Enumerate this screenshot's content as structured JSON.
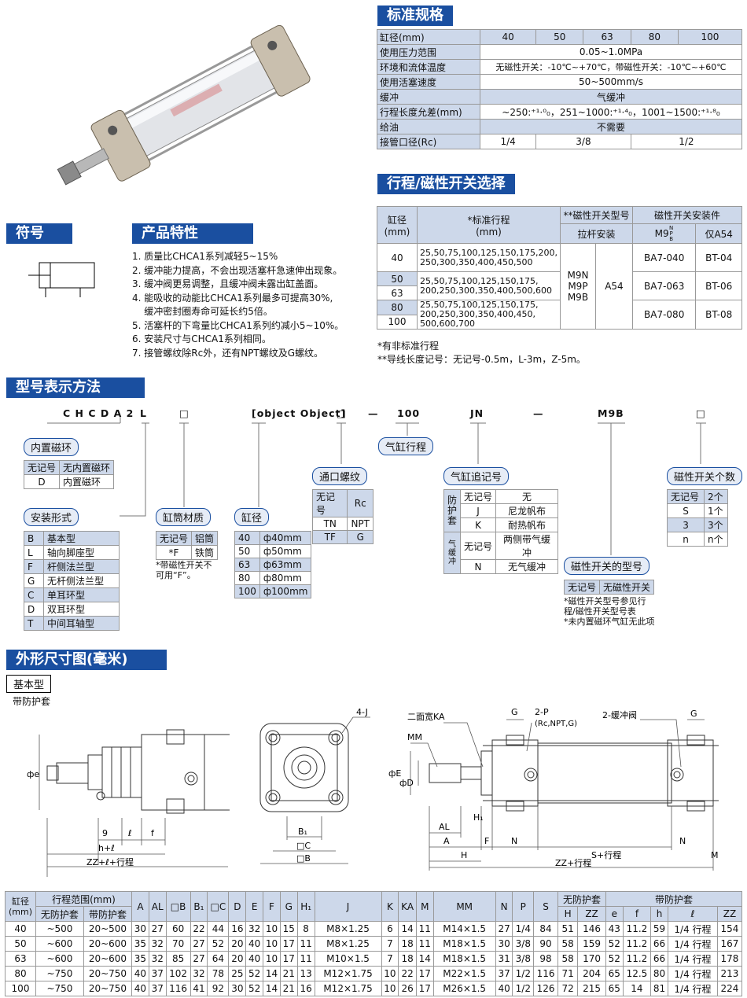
{
  "sections": {
    "spec": "标准规格",
    "stroke_switch": "行程/磁性开关选择",
    "symbol": "符号",
    "features": "产品特性",
    "model": "型号表示方法",
    "dimensions": "外形尺寸图(毫米)"
  },
  "spec_table": {
    "bore_label": "缸径(mm)",
    "bores": [
      "40",
      "50",
      "63",
      "80",
      "100"
    ],
    "rows": [
      {
        "label": "使用压力范围",
        "value": "0.05~1.0MPa"
      },
      {
        "label": "环境和流体温度",
        "value": "无磁性开关：-10℃~+70℃，带磁性开关：-10℃~+60℃"
      },
      {
        "label": "使用活塞速度",
        "value": "50~500mm/s"
      },
      {
        "label": "缓冲",
        "value": "气缓冲"
      },
      {
        "label": "行程长度允差(mm)",
        "value": "~250:⁺¹·⁰₀，251~1000:⁺¹·⁴₀，1001~1500:⁺¹·⁸₀"
      },
      {
        "label": "给油",
        "value": "不需要"
      }
    ],
    "port_label": "接管口径(Rc)",
    "port_values": [
      "1/4",
      "3/8",
      "1/2"
    ]
  },
  "stroke_table": {
    "h_bore": "缸径\n(mm)",
    "h_stroke": "*标准行程\n(mm)",
    "h_switch_model": "**磁性开关型号",
    "h_rod": "拉杆安装",
    "h_kit": "磁性开关安装件",
    "h_m9": "M9",
    "h_m9_sub": "N P B",
    "h_a54": "仅A54",
    "bores": [
      "40",
      "50",
      "63",
      "80",
      "100"
    ],
    "strokes": [
      "25,50,75,100,125,150,175,200,\n250,300,350,400,450,500",
      "25,50,75,100,125,150,175,\n200,250,300,350,400,500,600",
      "25,50,75,100,125,150,175,\n200,250,300,350,400,450,\n500,600,700"
    ],
    "models": "M9N\nM9P\nM9B",
    "a54": "A54",
    "kits": [
      [
        "BA7-040",
        "BT-04"
      ],
      [
        "BA7-063",
        "BT-06"
      ],
      [
        "BA7-080",
        "BT-08"
      ]
    ],
    "note1": "*有非标准行程",
    "note2": "**导线长度记号：无记号-0.5m，L-3m，Z-5m。"
  },
  "features": [
    "1. 质量比CHCA1系列减轻5~15%",
    "2. 缓冲能力提高，不会出现活塞杆急速伸出现象。",
    "3. 缓冲阀更易调整，且缓冲阀未露出缸盖面。",
    "4. 能吸收的动能比CHCA1系列最多可提高30%,",
    "    缓冲密封圈寿命可延长约5倍。",
    "5. 活塞杆的下弯量比CHCA1系列约减小5~10%。",
    "6. 安装尺寸与CHCA1系列相同。",
    "7. 接管螺纹除Rc外，还有NPT螺纹及G螺纹。"
  ],
  "model_code": {
    "prefix": "C H C D A 2",
    "l": "L",
    "box": "□",
    "bore": {
      "title": "缸径",
      "rows": [
        [
          "40",
          "ф40mm"
        ],
        [
          "50",
          "ф50mm"
        ],
        [
          "63",
          "ф63mm"
        ],
        [
          "80",
          "ф80mm"
        ],
        [
          "100",
          "ф100mm"
        ]
      ]
    },
    "dash": "—",
    "stroke": "100",
    "jn": "JN",
    "m9b": "M9B",
    "magnet_ring": {
      "title": "内置磁环",
      "rows": [
        [
          "无记号",
          "无内置磁环"
        ],
        [
          "D",
          "内置磁环"
        ]
      ]
    },
    "mounting": {
      "title": "安装形式",
      "rows": [
        [
          "B",
          "基本型"
        ],
        [
          "L",
          "轴向脚座型"
        ],
        [
          "F",
          "杆侧法兰型"
        ],
        [
          "G",
          "无杆侧法兰型"
        ],
        [
          "C",
          "单耳环型"
        ],
        [
          "D",
          "双耳环型"
        ],
        [
          "T",
          "中间耳轴型"
        ]
      ]
    },
    "material": {
      "title": "缸筒材质",
      "rows": [
        [
          "无记号",
          "铝筒"
        ],
        [
          "*F",
          "铁筒"
        ]
      ],
      "note": "*带磁性开关不\n 可用“F”。"
    },
    "port": {
      "title": "通口螺纹",
      "rows": [
        [
          "无记号",
          "Rc"
        ],
        [
          "TN",
          "NPT"
        ],
        [
          "TF",
          "G"
        ]
      ]
    },
    "stroke_title": "气缸行程",
    "suffix": {
      "title": "气缸追记号",
      "g1": "防\n护\n套",
      "g2": "气\n缓\n冲",
      "rows": [
        [
          "无记号",
          "无"
        ],
        [
          "J",
          "尼龙帆布"
        ],
        [
          "K",
          "耐热帆布"
        ],
        [
          "无记号",
          "两侧带气缓冲"
        ],
        [
          "N",
          "无气缓冲"
        ]
      ]
    },
    "switch_model": {
      "title": "磁性开关的型号",
      "rows": [
        [
          "无记号",
          "无磁性开关"
        ]
      ],
      "note": "*磁性开关型号参见行\n 程/磁性开关型号表\n*未内置磁环气缸无此项"
    },
    "switch_qty": {
      "title": "磁性开关个数",
      "rows": [
        [
          "无记号",
          "2个"
        ],
        [
          "S",
          "1个"
        ],
        [
          "3",
          "3个"
        ],
        [
          "n",
          "n个"
        ]
      ]
    }
  },
  "drawing": {
    "type_label": "基本型",
    "sub_label": "带防护套",
    "labels": {
      "phi_e": "фe",
      "nine": "9",
      "ell": "ℓ",
      "f": "f",
      "h_ell": "h+ℓ",
      "zz_ell": "ZZ+ℓ+行程",
      "four_j": "4-J",
      "b1": "B₁",
      "c": "□C",
      "b": "□B",
      "ka": "二面宽KA",
      "mm": "MM",
      "g": "G",
      "two_p": "2-P",
      "two_p_sub": "(Rc,NPT,G)",
      "valve": "2-缓冲阀",
      "phi_e2": "фE",
      "phi_d": "фD",
      "h1": "H₁",
      "al": "AL",
      "a": "A",
      "h": "H",
      "ff": "F",
      "n": "N",
      "s_stroke": "S+行程",
      "m": "M",
      "zz_stroke": "ZZ+行程"
    }
  },
  "dim_table": {
    "hdr1": [
      "缸径\n(mm)",
      "行程范围(mm)",
      "A",
      "AL",
      "□B",
      "B₁",
      "□C",
      "D",
      "E",
      "F",
      "G",
      "H₁",
      "J",
      "K",
      "KA",
      "M",
      "MM",
      "N",
      "P",
      "S",
      "无防护套",
      "带防护套"
    ],
    "hdr2": [
      "无防护套",
      "带防护套",
      "H",
      "ZZ",
      "e",
      "f",
      "h",
      "ℓ",
      "ZZ"
    ],
    "rows": [
      [
        "40",
        "~500",
        "20~500",
        "30",
        "27",
        "60",
        "22",
        "44",
        "16",
        "32",
        "10",
        "15",
        "8",
        "M8×1.25",
        "6",
        "14",
        "11",
        "M14×1.5",
        "27",
        "1/4",
        "84",
        "51",
        "146",
        "43",
        "11.2",
        "59",
        "1/4 行程",
        "154"
      ],
      [
        "50",
        "~600",
        "20~600",
        "35",
        "32",
        "70",
        "27",
        "52",
        "20",
        "40",
        "10",
        "17",
        "11",
        "M8×1.25",
        "7",
        "18",
        "11",
        "M18×1.5",
        "30",
        "3/8",
        "90",
        "58",
        "159",
        "52",
        "11.2",
        "66",
        "1/4 行程",
        "167"
      ],
      [
        "63",
        "~600",
        "20~600",
        "35",
        "32",
        "85",
        "27",
        "64",
        "20",
        "40",
        "10",
        "17",
        "11",
        "M10×1.5",
        "7",
        "18",
        "14",
        "M18×1.5",
        "31",
        "3/8",
        "98",
        "58",
        "170",
        "52",
        "11.2",
        "66",
        "1/4 行程",
        "178"
      ],
      [
        "80",
        "~750",
        "20~750",
        "40",
        "37",
        "102",
        "32",
        "78",
        "25",
        "52",
        "14",
        "21",
        "13",
        "M12×1.75",
        "10",
        "22",
        "17",
        "M22×1.5",
        "37",
        "1/2",
        "116",
        "71",
        "204",
        "65",
        "12.5",
        "80",
        "1/4 行程",
        "213"
      ],
      [
        "100",
        "~750",
        "20~750",
        "40",
        "37",
        "116",
        "41",
        "92",
        "30",
        "52",
        "14",
        "21",
        "16",
        "M12×1.75",
        "10",
        "26",
        "17",
        "M26×1.5",
        "40",
        "1/2",
        "126",
        "72",
        "215",
        "65",
        "14",
        "81",
        "1/4 行程",
        "224"
      ]
    ]
  },
  "colors": {
    "accent": "#1a4fa0",
    "header_fill": "#cdd8ea",
    "box_fill": "#e6ecf6"
  }
}
